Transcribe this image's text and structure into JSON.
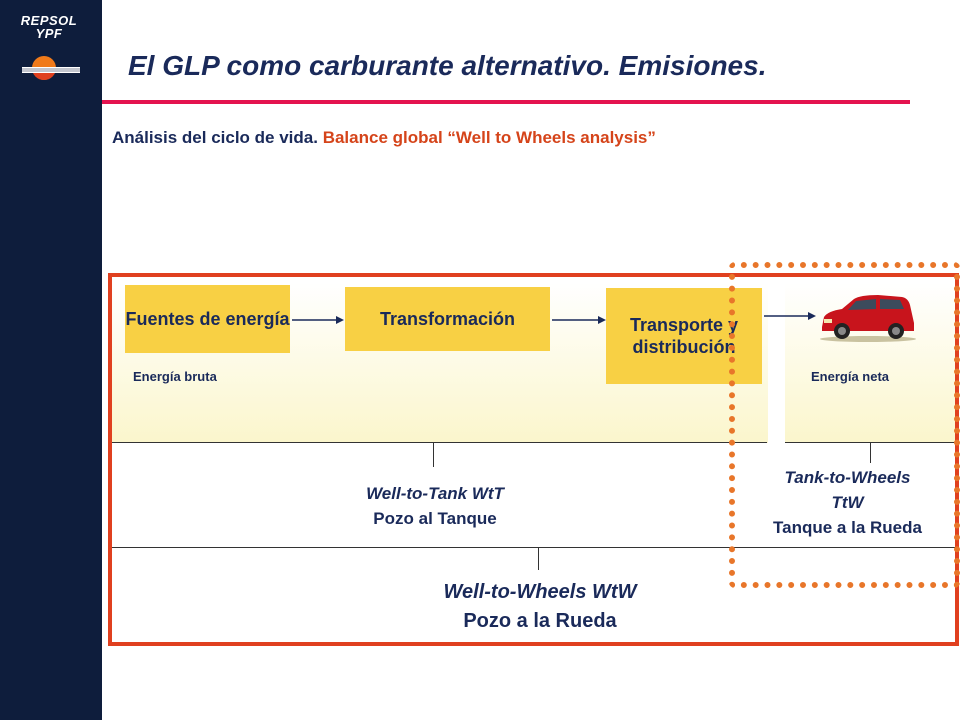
{
  "logo": {
    "line1": "REPSOL",
    "line2": "YPF"
  },
  "title": "El GLP como carburante alternativo. Emisiones.",
  "subtitle": {
    "part1": "Análisis del ciclo de vida.",
    "part2": "Balance global “Well to Wheels analysis”"
  },
  "diagram": {
    "boxes": [
      {
        "label": "Fuentes de energía"
      },
      {
        "label": "Transformación"
      },
      {
        "label": "Transporte y distribución"
      }
    ],
    "energy_raw": "Energía bruta",
    "energy_net": "Energía neta",
    "wtt": {
      "line1": "Well-to-Tank WtT",
      "line2": "Pozo al Tanque"
    },
    "ttw": {
      "line1": "Tank-to-Wheels",
      "line2": "TtW",
      "line3": "Tanque a la Rueda"
    },
    "wtw": {
      "line1": "Well-to-Wheels WtW",
      "line2": "Pozo a la Rueda"
    }
  },
  "colors": {
    "sidebar": "#0e1d3c",
    "accent_red": "#e0401f",
    "box_yellow": "#f8d044",
    "dotted_orange": "#e8762a",
    "title_rule": "#e4134f"
  },
  "icons": [
    "repsol-logo",
    "car-icon"
  ]
}
